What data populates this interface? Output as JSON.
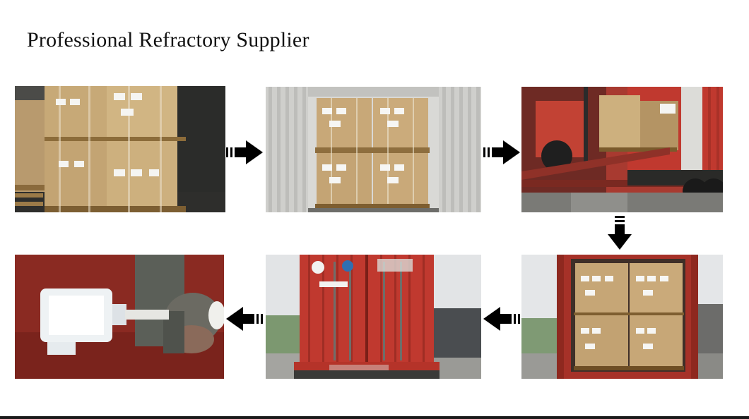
{
  "slide": {
    "title": "Professional Refractory Supplier"
  },
  "photos": [
    {
      "step": 1,
      "subject": "warehouse-pallets"
    },
    {
      "step": 2,
      "subject": "container-interior-loaded"
    },
    {
      "step": 3,
      "subject": "forklift-loading-container-truck"
    },
    {
      "step": 4,
      "subject": "container-loaded-doors-open"
    },
    {
      "step": 5,
      "subject": "container-closed-rear-doors"
    },
    {
      "step": 6,
      "subject": "container-seal-lock"
    }
  ],
  "arrows": [
    "arrow-right",
    "arrow-right",
    "arrow-down",
    "arrow-left",
    "arrow-left"
  ],
  "colors": {
    "arrow": "#000000",
    "container_red": "#b8352c",
    "carton_tan": "#c8a878",
    "seal_white": "#eef2f4"
  }
}
